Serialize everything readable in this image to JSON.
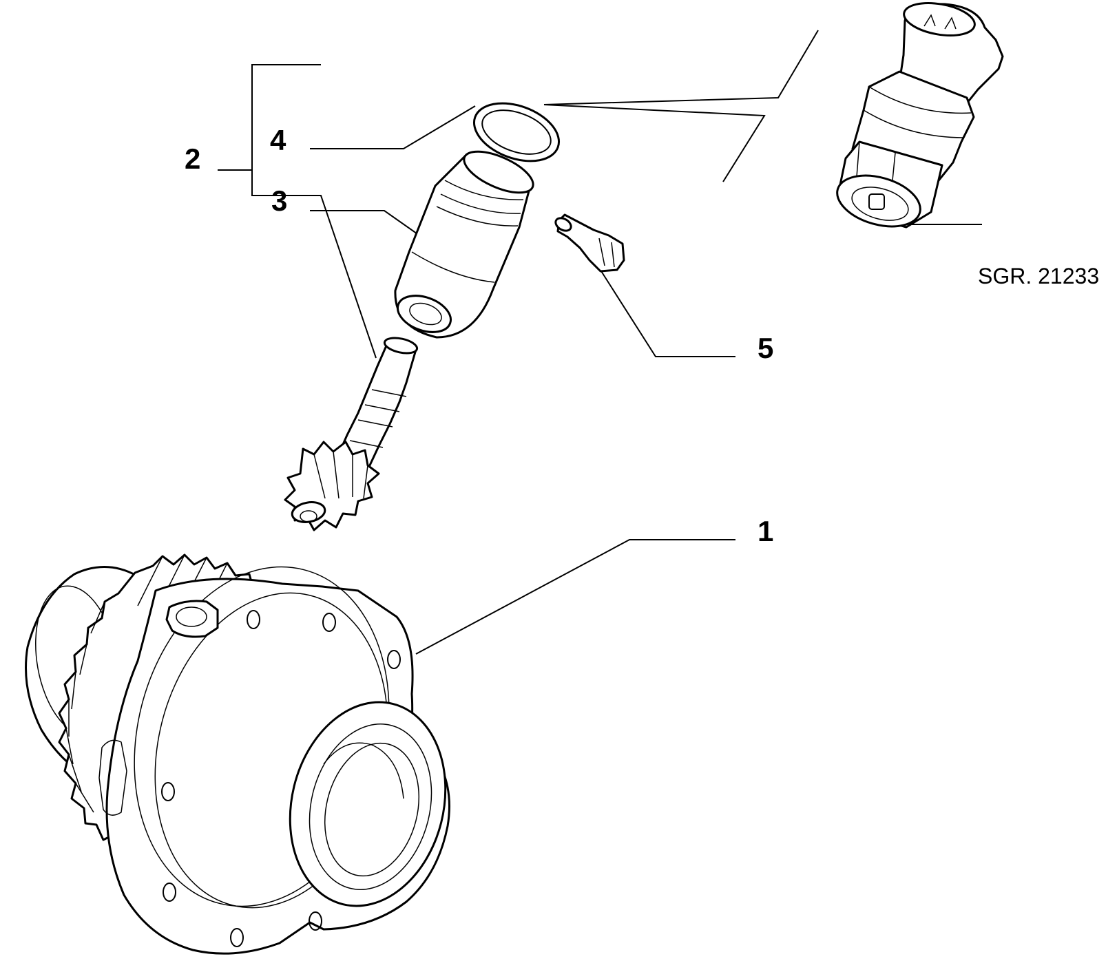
{
  "diagram": {
    "reference_code": "SGR. 21233",
    "callouts": [
      {
        "id": "1",
        "label": "1"
      },
      {
        "id": "2",
        "label": "2"
      },
      {
        "id": "3",
        "label": "3"
      },
      {
        "id": "4",
        "label": "4"
      },
      {
        "id": "5",
        "label": "5"
      }
    ],
    "colors": {
      "line": "#000000",
      "background": "#ffffff"
    }
  }
}
